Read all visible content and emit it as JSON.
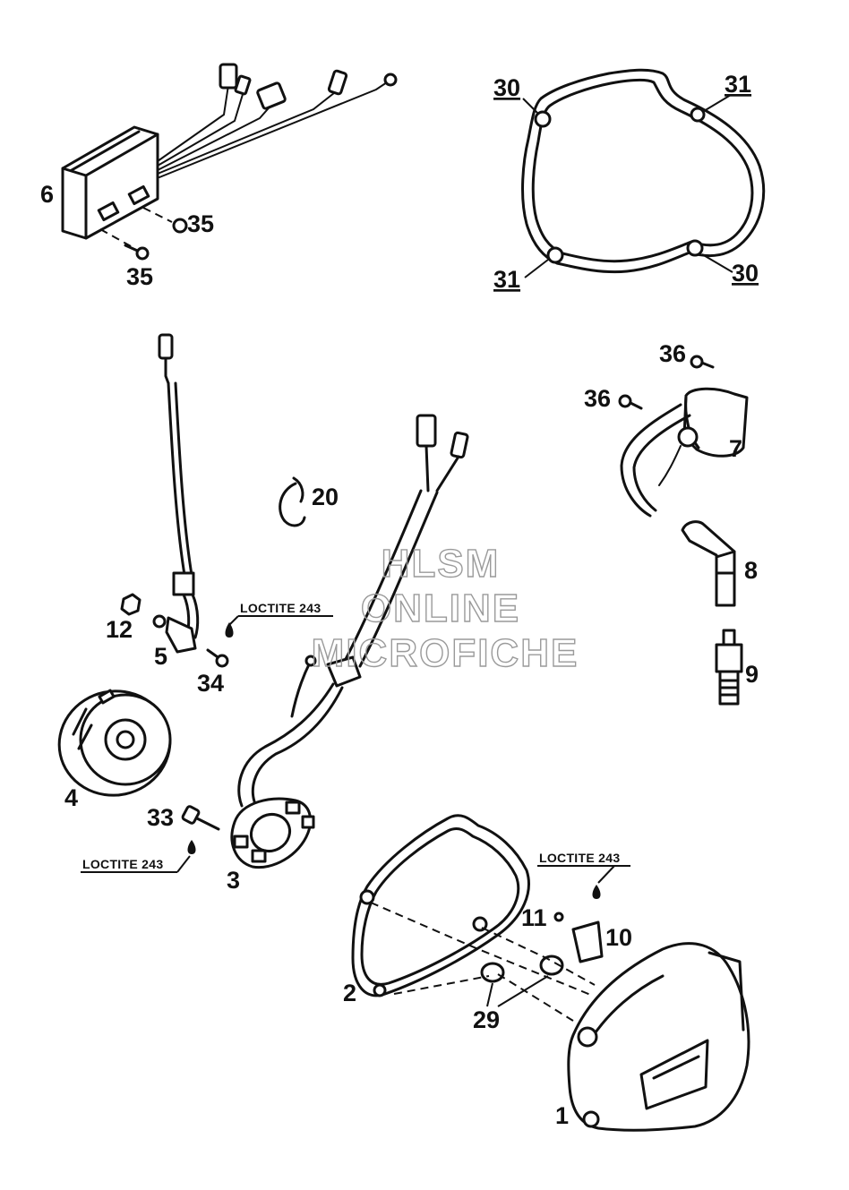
{
  "callouts": {
    "p1": "1",
    "p2": "2",
    "p3": "3",
    "p4": "4",
    "p5": "5",
    "p6": "6",
    "p7": "7",
    "p8": "8",
    "p9": "9",
    "p10": "10",
    "p11": "11",
    "p12": "12",
    "p20": "20",
    "p29": "29",
    "p30a": "30",
    "p30b": "30",
    "p31a": "31",
    "p31b": "31",
    "p33": "33",
    "p34": "34",
    "p35a": "35",
    "p35b": "35",
    "p36a": "36",
    "p36b": "36"
  },
  "notes": {
    "loctite_a": "LOCTITE 243",
    "loctite_b": "LOCTITE 243",
    "loctite_c": "LOCTITE 243"
  },
  "watermark": {
    "line1": "HLSM",
    "line2": "ONLINE",
    "line3": "MICROFICHE"
  }
}
